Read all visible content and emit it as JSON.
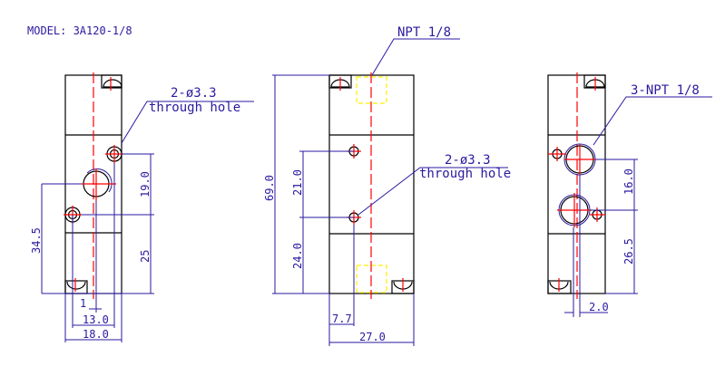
{
  "model_label": "MODEL: 3A120-1/8",
  "left_view": {
    "callout_top": "2-ø3.3",
    "callout_bottom": "through hole",
    "dims": {
      "d19": "19.0",
      "d25": "25",
      "d345": "34.5",
      "d1": "1",
      "d13": "13.0",
      "d18": "18.0"
    }
  },
  "middle_view": {
    "port_label": "NPT 1/8",
    "callout_top": "2-ø3.3",
    "callout_bottom": "through hole",
    "dims": {
      "d69": "69.0",
      "d21": "21.0",
      "d24": "24.0",
      "d77": "7.7",
      "d27": "27.0"
    }
  },
  "right_view": {
    "port_label": "3-NPT 1/8",
    "dims": {
      "d16": "16.0",
      "d265": "26.5",
      "d2": "2.0"
    }
  },
  "colors": {
    "outline": "#000000",
    "dimension": "#2a1aa0",
    "centerline": "#ff0000",
    "hidden": "#ffee00"
  }
}
